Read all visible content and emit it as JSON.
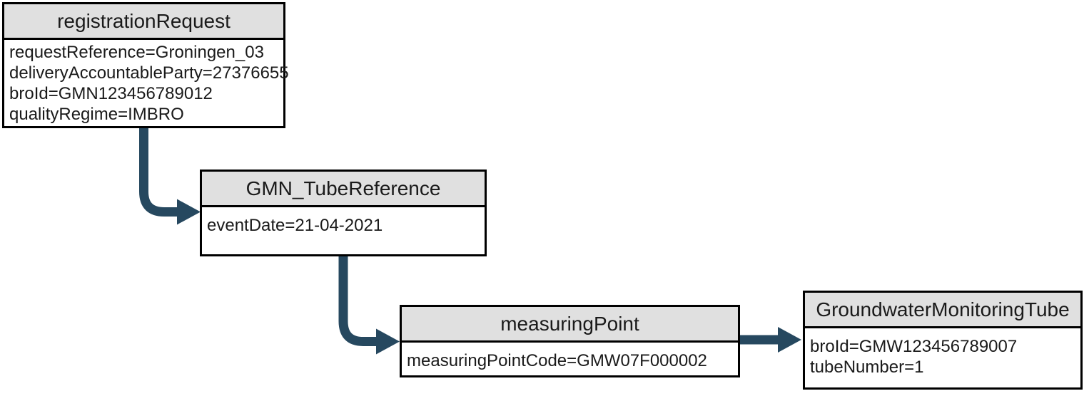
{
  "diagram": {
    "nodes": [
      {
        "title": "registrationRequest",
        "attributes": [
          "requestReference=Groningen_03",
          "deliveryAccountableParty=27376655",
          "broId=GMN123456789012",
          "qualityRegime=IMBRO"
        ]
      },
      {
        "title": "GMN_TubeReference",
        "attributes": [
          "eventDate=21-04-2021"
        ]
      },
      {
        "title": "measuringPoint",
        "attributes": [
          "measuringPointCode=GMW07F000002"
        ]
      },
      {
        "title": "GroundwaterMonitoringTube",
        "attributes": [
          "broId=GMW123456789007",
          "tubeNumber=1"
        ]
      }
    ],
    "connections": [
      {
        "from": "registrationRequest",
        "to": "GMN_TubeReference"
      },
      {
        "from": "GMN_TubeReference",
        "to": "measuringPoint"
      },
      {
        "from": "measuringPoint",
        "to": "GroundwaterMonitoringTube"
      }
    ],
    "colors": {
      "arrow": "#26485f",
      "header_bg": "#e0e0e0",
      "border": "#000000",
      "body_bg": "#ffffff",
      "text": "#1a1a1a"
    }
  }
}
